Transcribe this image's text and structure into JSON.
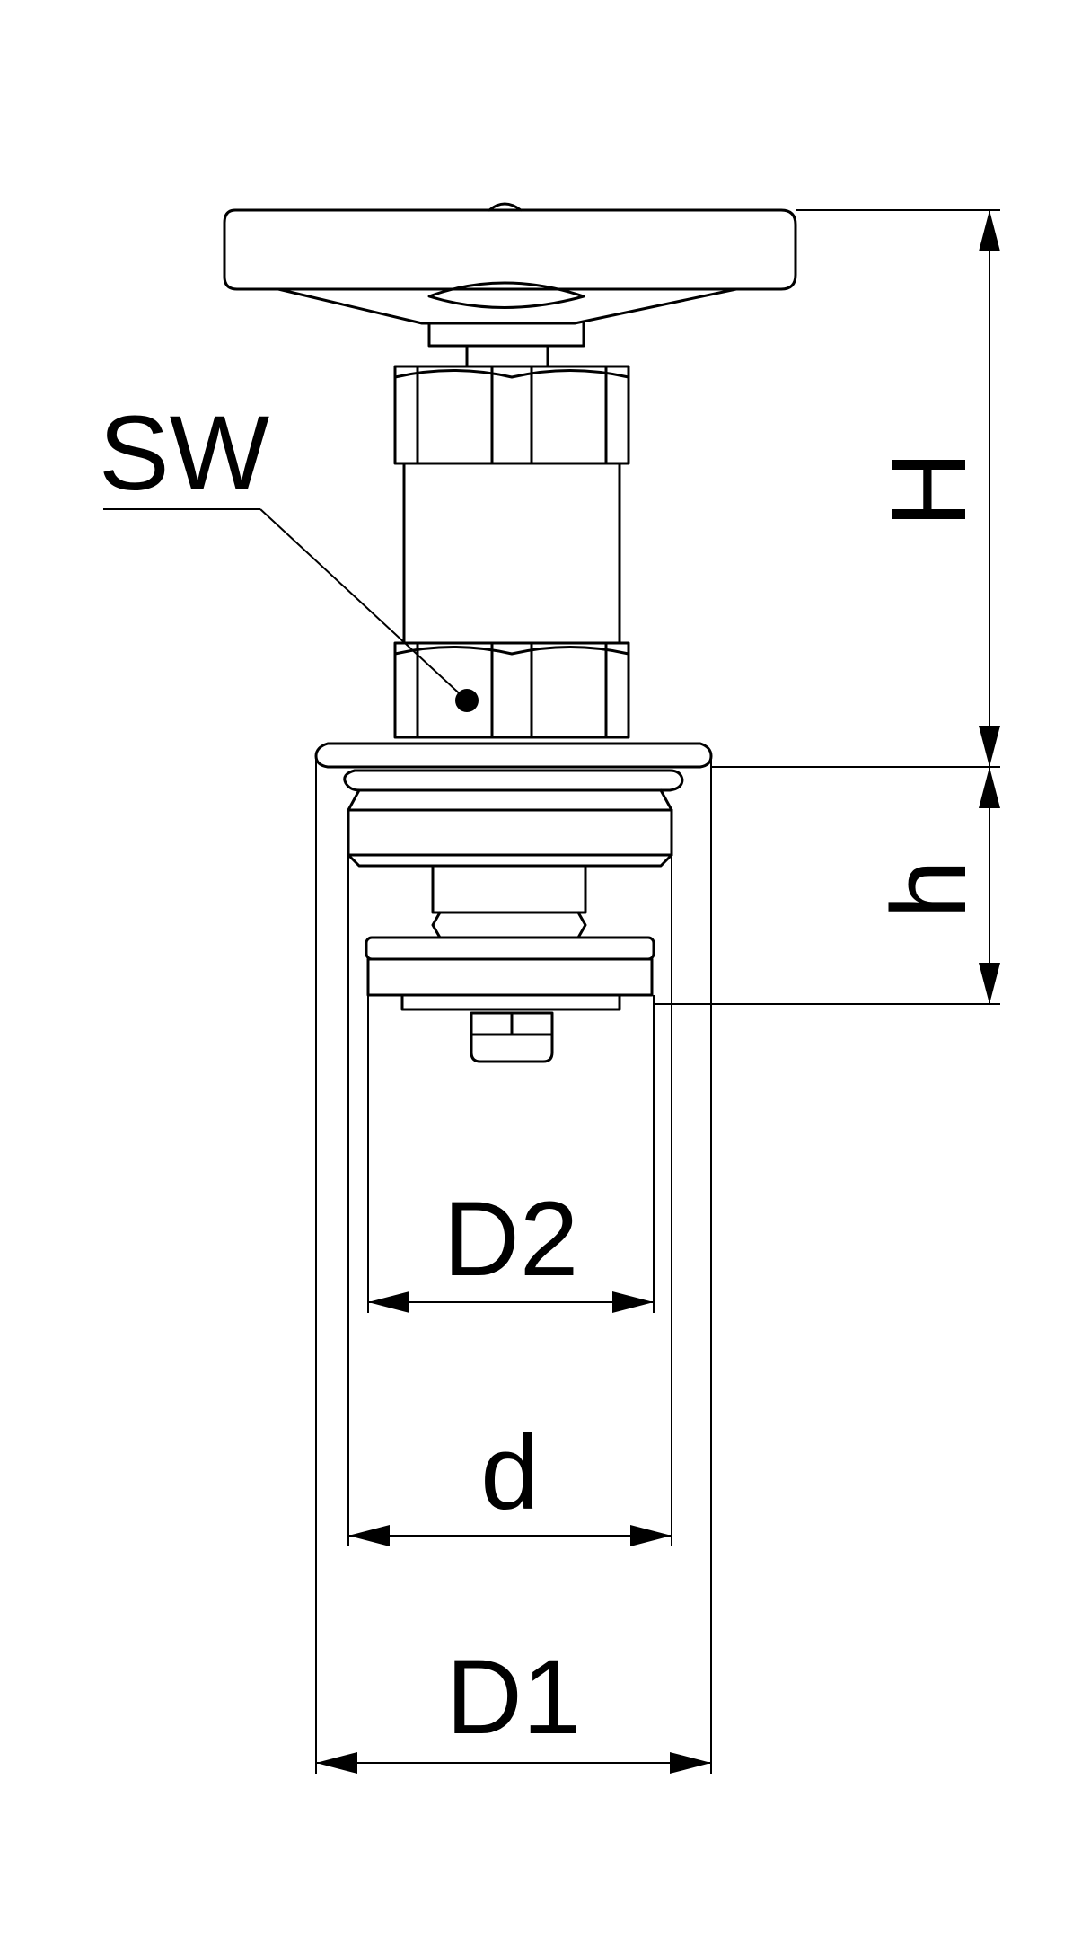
{
  "labels": {
    "sw": "SW",
    "h_total": "H",
    "h_small": "h",
    "d2": "D2",
    "d": "d",
    "d1": "D1"
  },
  "colors": {
    "line": "#000000",
    "background": "#ffffff"
  }
}
